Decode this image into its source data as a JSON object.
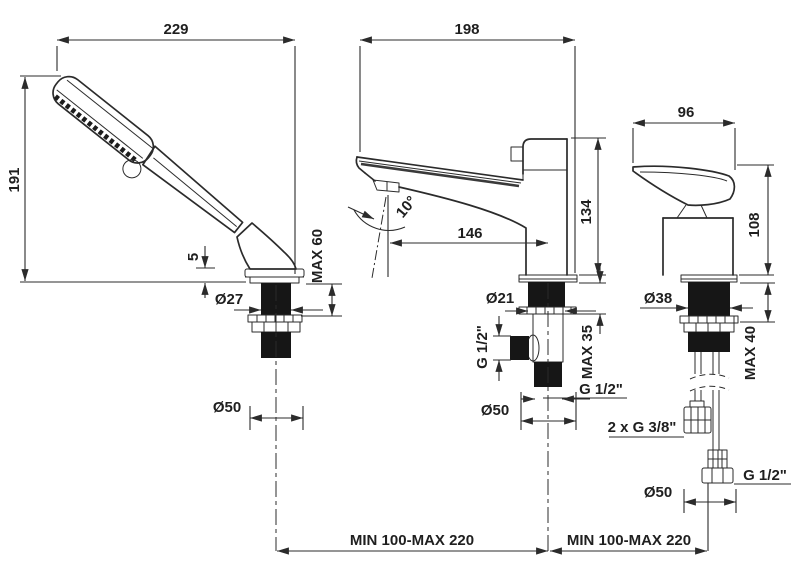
{
  "views": {
    "hand_shower": {
      "width": "229",
      "height": "191",
      "rest_gap": "5",
      "deck_max": "MAX 60",
      "shaft_dia": "Ø27",
      "hole_dia": "Ø50"
    },
    "spout": {
      "width": "198",
      "height": "134",
      "outlet_reach": "146",
      "stream_angle": "10°",
      "shaft_dia": "Ø21",
      "deck_max": "MAX 35",
      "side_port_thread": "G 1/2\"",
      "shank_thread": "G 1/2\"",
      "hole_dia": "Ø50"
    },
    "mixer_handle": {
      "width": "96",
      "height": "108",
      "shaft_dia": "Ø38",
      "deck_max": "MAX 40",
      "hose_threads": "2 x G 3/8\"",
      "hose_end_thread": "G 1/2\"",
      "hole_dia": "Ø50"
    }
  },
  "spacing": {
    "shower_to_spout": "MIN 100-MAX 220",
    "spout_to_handle": "MIN 100-MAX 220"
  },
  "colors": {
    "line": "#2b2b2b",
    "fill": "#161616",
    "background": "#ffffff"
  }
}
